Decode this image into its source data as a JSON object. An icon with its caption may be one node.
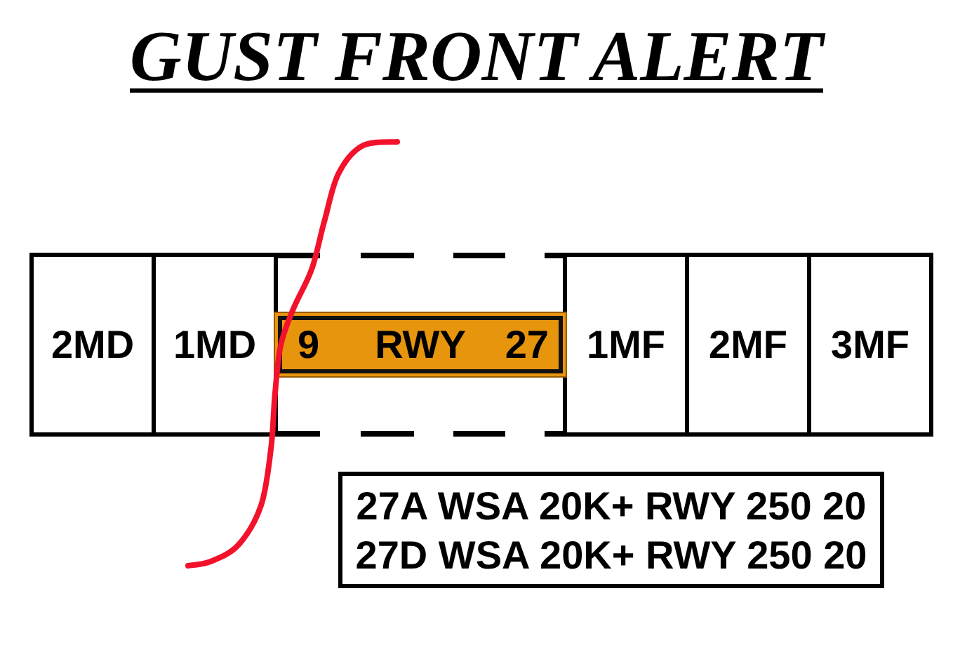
{
  "diagram": {
    "title": "GUST FRONT ALERT",
    "nodes": [
      {
        "text": [
          "2MD"
        ]
      },
      {
        "text": [
          "1MD"
        ]
      },
      {
        "text": [],
        "shape": "box"
      },
      {
        "text": [
          "9",
          "RWY",
          "27"
        ],
        "in": 2
      },
      {
        "text": [
          "1MF"
        ]
      },
      {
        "text": [
          "2MF"
        ]
      },
      {
        "text": [
          "3MF"
        ]
      },
      {
        "text": [
          "27A WSA 20K+ RWY 250 20",
          "27D WSA 20K+ RWY 250 20"
        ]
      }
    ]
  }
}
